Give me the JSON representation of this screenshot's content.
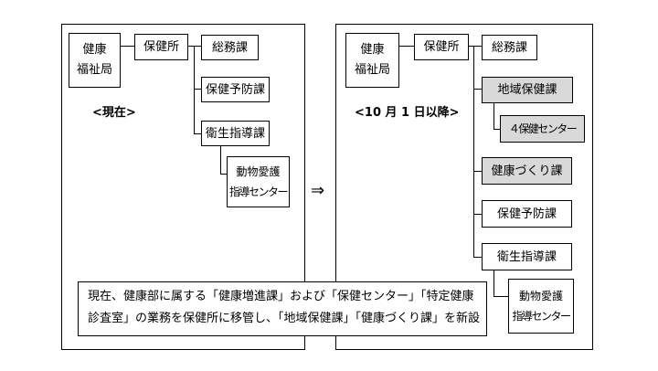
{
  "left": {
    "label": "<現在>",
    "dept_line1": "健康",
    "dept_line2": "福祉局",
    "hokensho": "保健所",
    "soumu": "総務課",
    "yobou": "保健予防課",
    "eisei": "衛生指導課",
    "doubutsu_line1": "動物愛護",
    "doubutsu_line2": "指導センター"
  },
  "right": {
    "label": "<10 月 1 日以降>",
    "dept_line1": "健康",
    "dept_line2": "福祉局",
    "hokensho": "保健所",
    "soumu": "総務課",
    "chiiki": "地域保健課",
    "center": "４保健センター",
    "kenkou": "健康づくり課",
    "yobou": "保健予防課",
    "eisei": "衛生指導課",
    "doubutsu_line1": "動物愛護",
    "doubutsu_line2": "指導センター"
  },
  "arrow": "⇒",
  "note": {
    "line1": "現在、健康部に属する「健康増進課」および「保健センター」「特定健康",
    "line2": "診査室」の業務を保健所に移管し、「地域保健課」「健康づくり課」を新設"
  },
  "colors": {
    "new_unit_fill": "#d9d9d9",
    "line": "#000000"
  }
}
